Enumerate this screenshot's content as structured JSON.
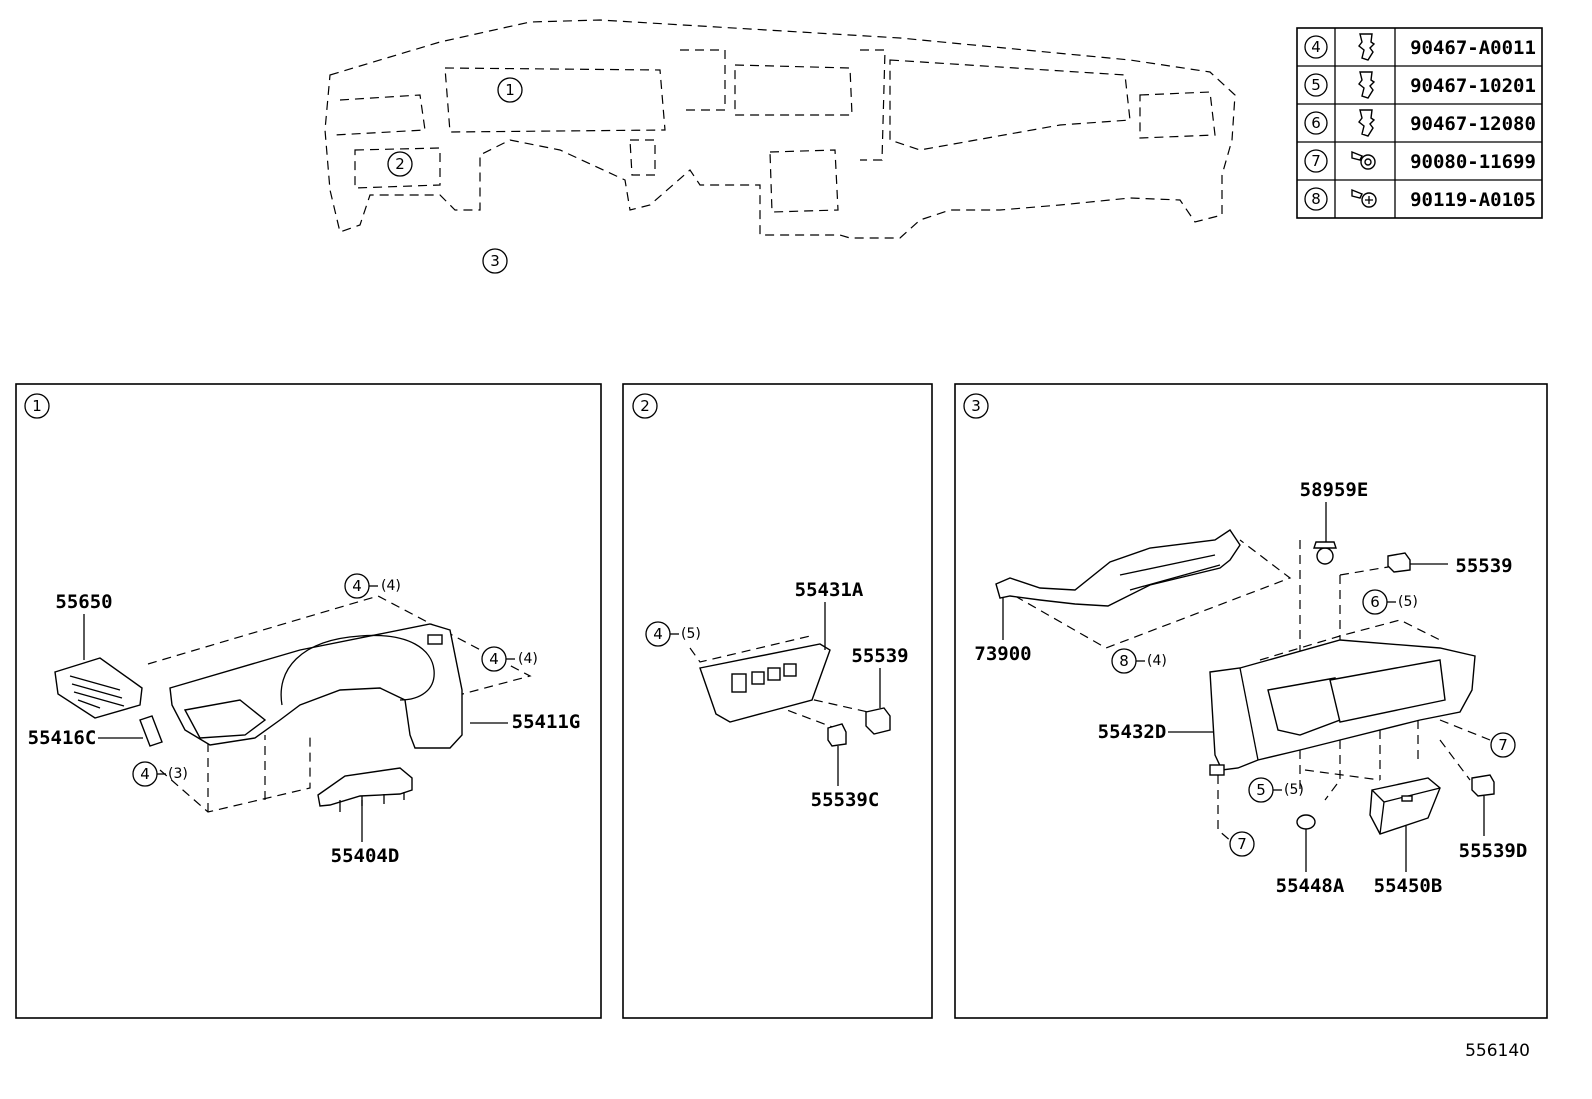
{
  "overview": {
    "callouts": [
      "1",
      "2",
      "3"
    ]
  },
  "fastener_table": [
    {
      "ref": "4",
      "icon": "clip-icon",
      "part_no": "90467-A0011"
    },
    {
      "ref": "5",
      "icon": "clip-icon",
      "part_no": "90467-10201"
    },
    {
      "ref": "6",
      "icon": "clip-icon",
      "part_no": "90467-12080"
    },
    {
      "ref": "7",
      "icon": "screw-icon",
      "part_no": "90080-11699"
    },
    {
      "ref": "8",
      "icon": "screw-icon",
      "part_no": "90119-A0105"
    }
  ],
  "panel1": {
    "ref": "1",
    "parts": {
      "p55650": "55650",
      "p55416C": "55416C",
      "p55411G": "55411G",
      "p55404D": "55404D"
    },
    "callouts": [
      {
        "ref": "4",
        "qty": "(4)"
      },
      {
        "ref": "4",
        "qty": "(4)"
      },
      {
        "ref": "4",
        "qty": "(3)"
      }
    ]
  },
  "panel2": {
    "ref": "2",
    "parts": {
      "p55431A": "55431A",
      "p55539": "55539",
      "p55539C": "55539C"
    },
    "callouts": [
      {
        "ref": "4",
        "qty": "(5)"
      }
    ]
  },
  "panel3": {
    "ref": "3",
    "parts": {
      "p58959E": "58959E",
      "p55539": "55539",
      "p73900": "73900",
      "p55432D": "55432D",
      "p55448A": "55448A",
      "p55450B": "55450B",
      "p55539D": "55539D"
    },
    "callouts": [
      {
        "ref": "6",
        "qty": "(5)"
      },
      {
        "ref": "8",
        "qty": "(4)"
      },
      {
        "ref": "7",
        "qty": ""
      },
      {
        "ref": "5",
        "qty": "(5)"
      },
      {
        "ref": "7",
        "qty": ""
      }
    ]
  },
  "figure_id": "556140"
}
